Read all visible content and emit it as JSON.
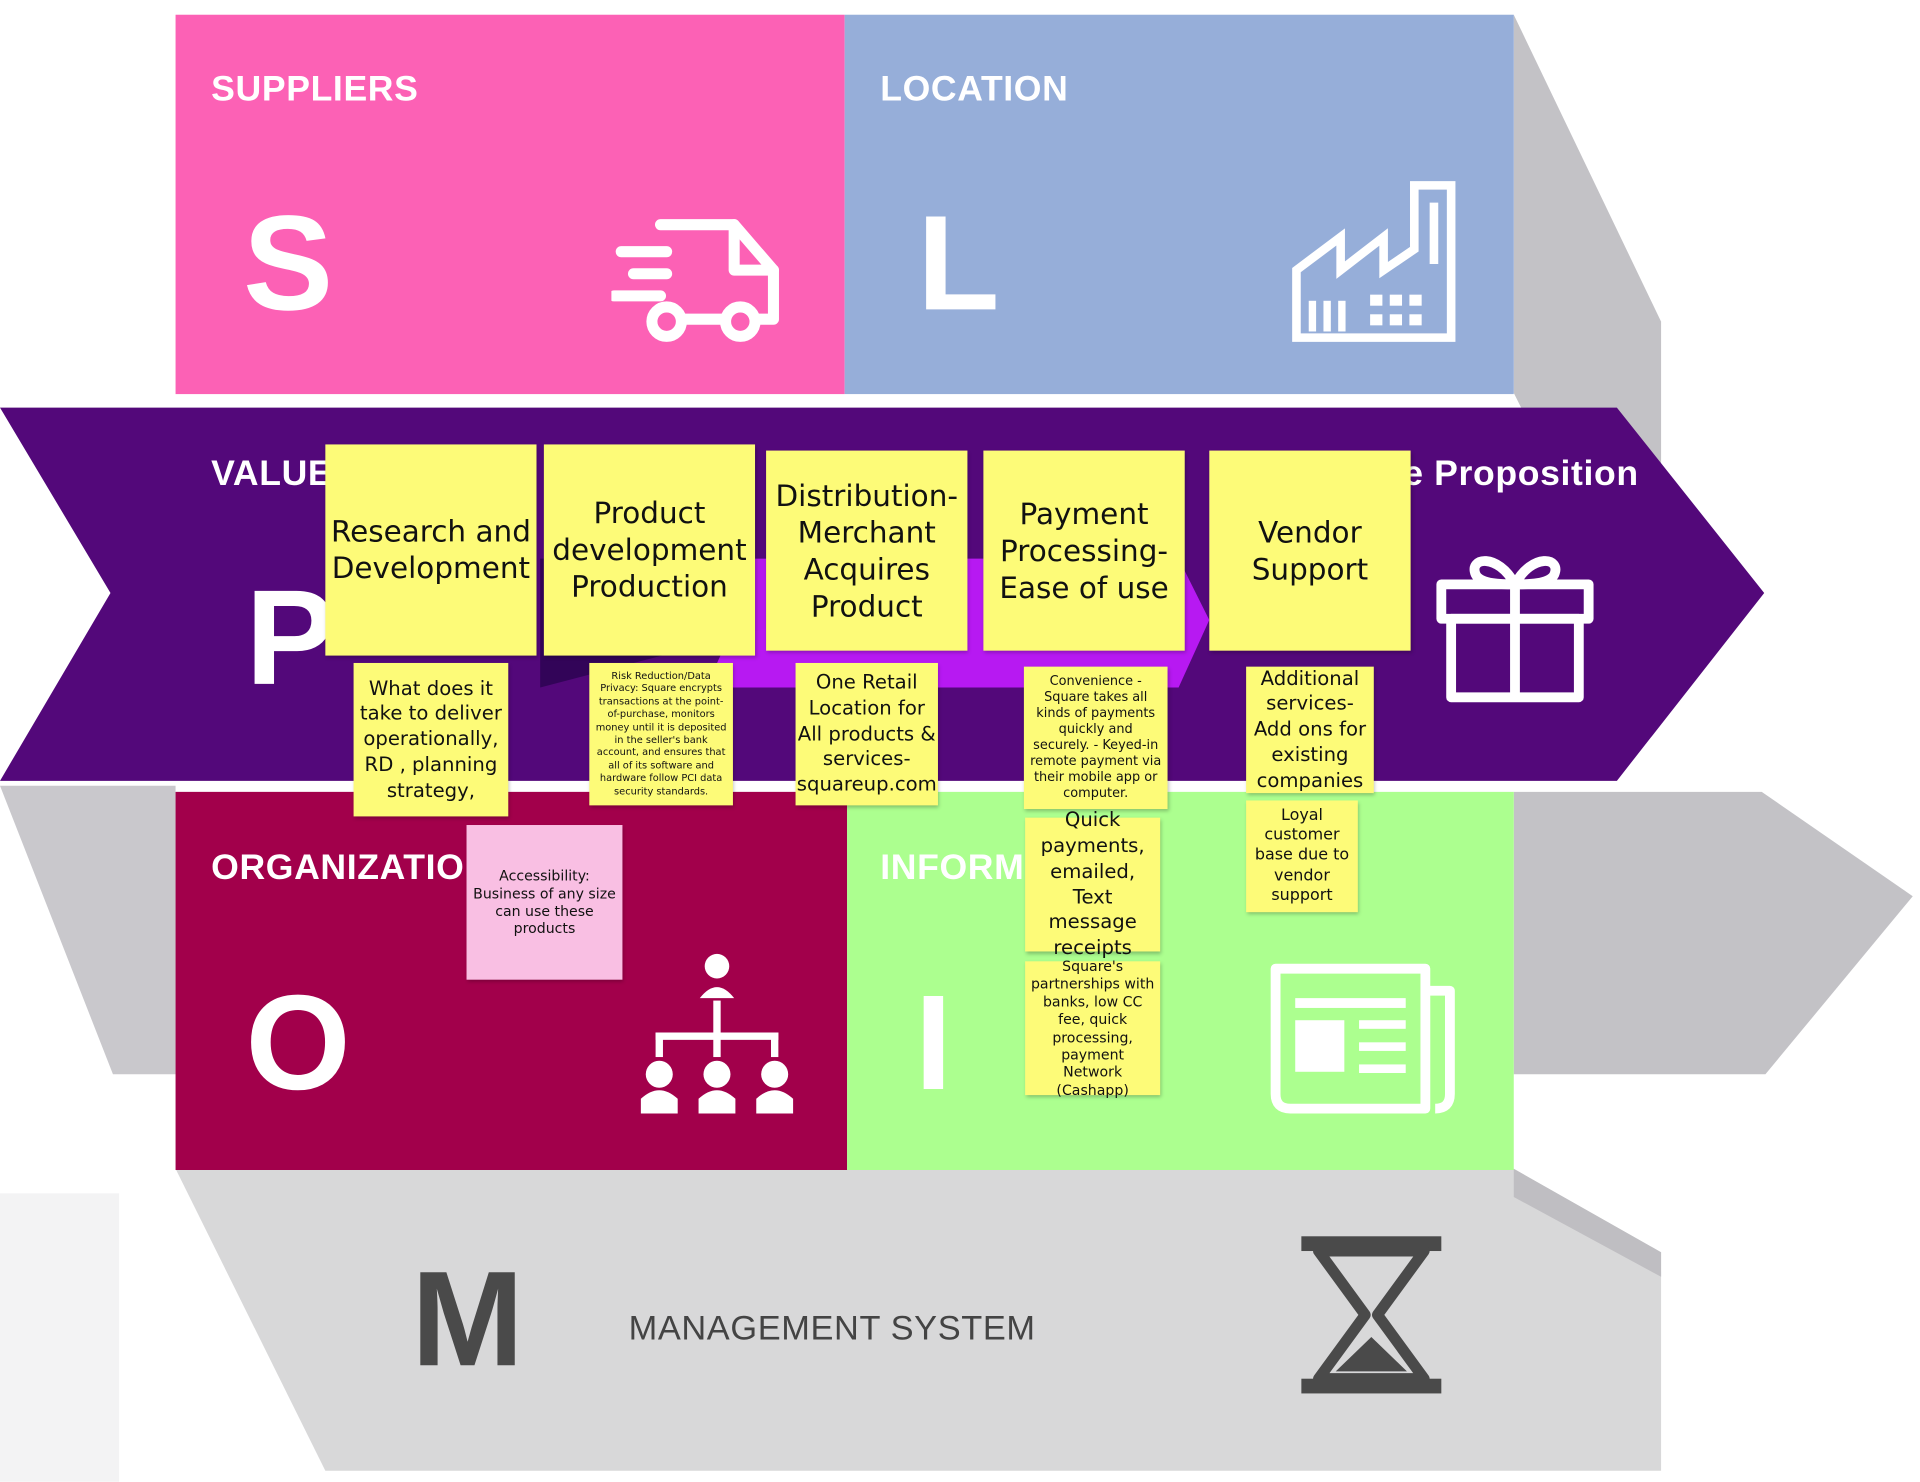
{
  "framework": {
    "suppliers": {
      "title": "SUPPLIERS",
      "letter": "S",
      "icon": "delivery-truck-icon",
      "color": "#fc61b5"
    },
    "location": {
      "title": "LOCATION",
      "letter": "L",
      "icon": "factory-icon",
      "color": "#96aed9"
    },
    "value_proposition": {
      "title_left": "VALUE",
      "title_right": "e Proposition",
      "letter": "P",
      "icon": "gift-icon",
      "color": "#53087a"
    },
    "organization": {
      "title": "ORGANIZATIO",
      "letter": "O",
      "icon": "org-chart-icon",
      "color": "#a2004b"
    },
    "information": {
      "title": "INFORM",
      "letter": "I",
      "icon": "newspaper-icon",
      "color": "#acff8f"
    },
    "management": {
      "title": "MANAGEMENT SYSTEM",
      "letter": "M",
      "icon": "hourglass-icon",
      "color": "#d8d8d9"
    }
  },
  "notes": {
    "research": "Research and Development",
    "product_dev": "Product development Production",
    "distribution": "Distribution- Merchant Acquires Product",
    "payment": "Payment Processing- Ease of use",
    "vendor": "Vendor Support",
    "deliver": "What does it take to deliver operationally, RD , planning strategy,",
    "risk": "Risk Reduction/Data Privacy: Square encrypts transactions at the point-of-purchase, monitors money until it is deposited in the seller's bank account, and ensures that all of its software and hardware follow PCI data security standards.",
    "retail": "One Retail Location for All products & services- squareup.com",
    "convenience": "Convenience - Square takes all kinds of payments quickly and securely.  - Keyed-in remote payment via their mobile app or computer.",
    "additional": "Additional services- Add ons for existing companies",
    "accessibility": "Accessibility: Business of any size can use these products",
    "quick": "Quick payments, emailed, Text message receipts",
    "loyal": "Loyal customer base due to vendor support",
    "partnerships": "Square's partnerships with banks, low CC fee, quick processing, payment Network (Cashapp)"
  }
}
